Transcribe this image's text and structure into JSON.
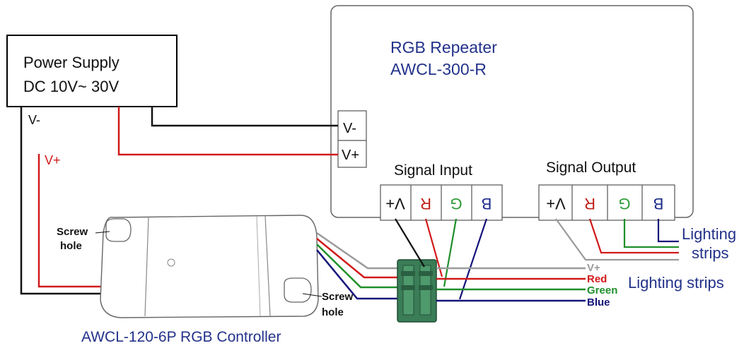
{
  "power_supply": {
    "line1": "Power Supply",
    "line2": "DC 10V~ 30V",
    "vminus": "V-",
    "vplus": "V+"
  },
  "repeater": {
    "title": "RGB Repeater",
    "model": "AWCL-300-R",
    "power_terminals": [
      "V-",
      "V+"
    ],
    "signal_input_label": "Signal Input",
    "signal_output_label": "Signal Output",
    "input_terminals": [
      "V+",
      "R",
      "G",
      "B"
    ],
    "output_terminals": [
      "V+",
      "R",
      "G",
      "B"
    ]
  },
  "controller": {
    "label": "AWCL-120-6P RGB Controller",
    "screw_hole_label_1a": "Screw",
    "screw_hole_label_1b": "hole",
    "screw_hole_label_2a": "Screw",
    "screw_hole_label_2b": "hole"
  },
  "wires_legend": {
    "vplus": "V+",
    "red": "Red",
    "green": "Green",
    "blue": "Blue"
  },
  "lighting_strips_1a": "Lighting",
  "lighting_strips_1b": "strips",
  "lighting_strips_2": "Lighting strips",
  "colors": {
    "red": "#d11a1a",
    "green": "#1f8f2a",
    "blue": "#14137a",
    "gray": "#9a9a9a",
    "black": "#111111",
    "label_blue": "#23328a",
    "terminal_red": "#c0201a",
    "terminal_green": "#2f9a3a",
    "terminal_blue": "#1b2a8c"
  }
}
